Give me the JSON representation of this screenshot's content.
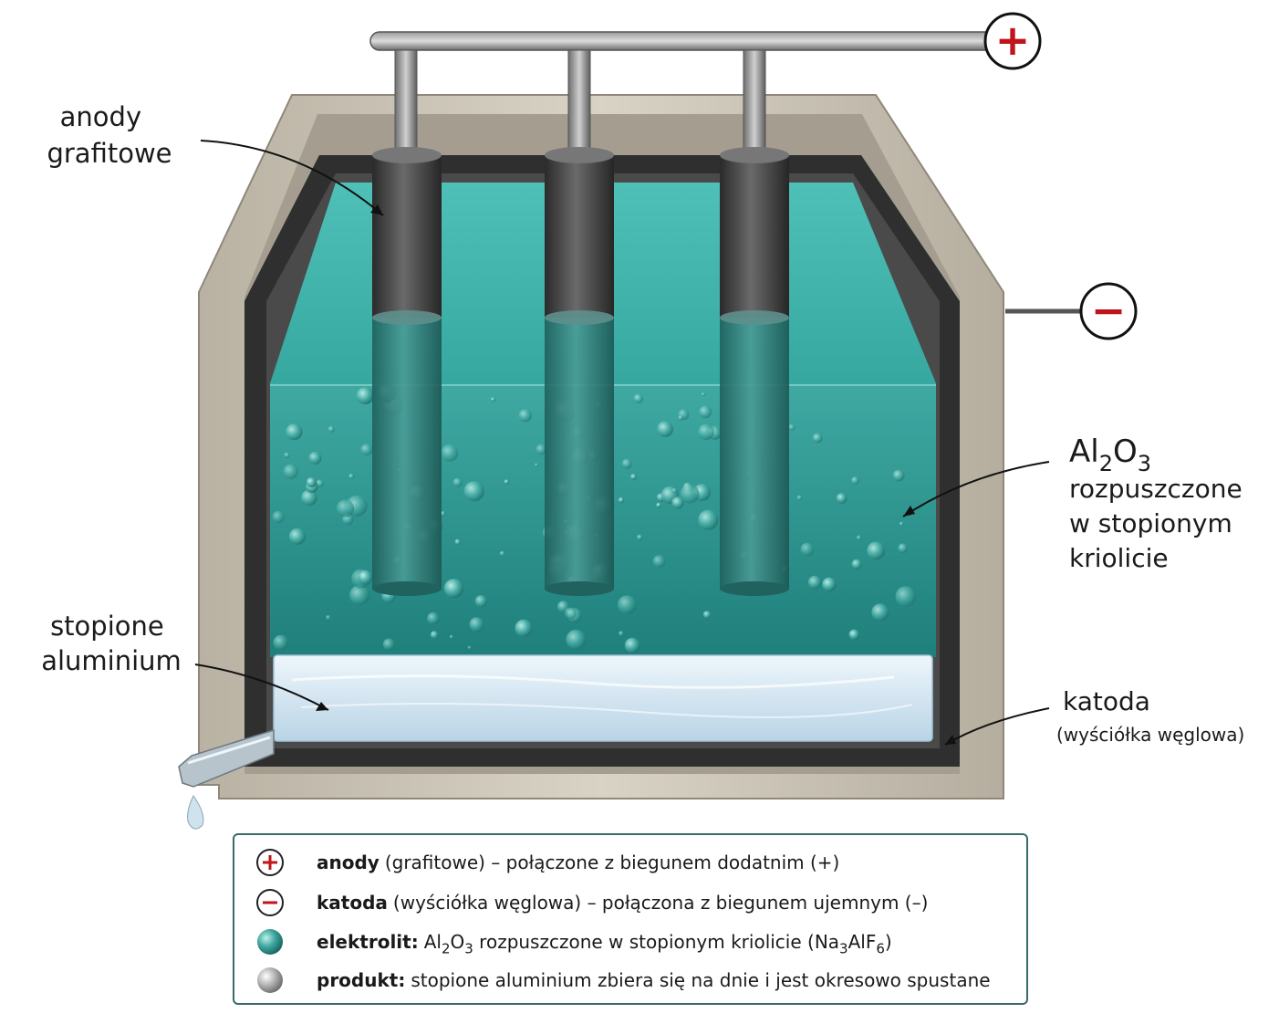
{
  "labels": {
    "anodes": [
      "anody",
      "grafitowe"
    ],
    "aluminium": [
      "stopione",
      "aluminium"
    ],
    "electrolyte": {
      "formula_parts": [
        "Al",
        "2",
        "O",
        "3"
      ],
      "lines": [
        "rozpuszczone",
        "w stopionym",
        "kriolicie"
      ]
    },
    "cathode": {
      "title": "katoda",
      "sub": "(wyściółka węglowa)"
    }
  },
  "terminals": {
    "positive": "+",
    "negative": "−"
  },
  "legend": {
    "anode": {
      "bold": "anody",
      "text": "(grafitowe) – połączone z biegunem dodatnim (+)"
    },
    "cathode": {
      "bold": "katoda",
      "text": "(wyściółka węglowa) – połączona z biegunem ujemnym (–)"
    },
    "electrolyte": {
      "bold": "elektrolit:",
      "parts": [
        "Al",
        "2",
        "O",
        "3",
        " rozpuszczone w stopionym kriolicie (Na",
        "3",
        "AlF",
        "6",
        ")"
      ]
    },
    "product": {
      "bold": "produkt:",
      "text": "stopione aluminium zbiera się na dnie i jest okresowo spustane"
    }
  },
  "colors": {
    "electrolyte": "#2e9e98",
    "electrolyte_top": "#43b4ac",
    "anode": "#3a3a3a",
    "container": "#c9c2b4",
    "lining": "#2f2f2f",
    "aluminium": "#cfe3ef",
    "terminal_red": "#c0141c",
    "legend_border": "#3a6b68"
  }
}
